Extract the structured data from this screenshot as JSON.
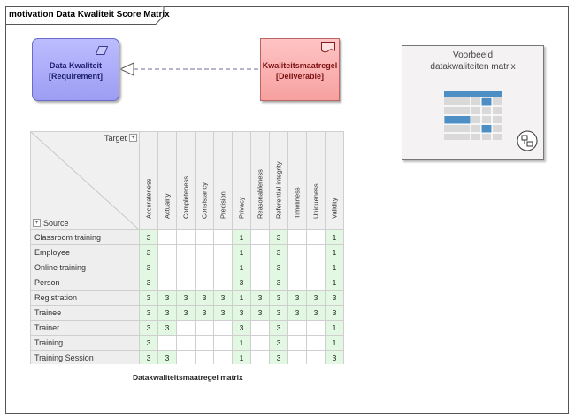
{
  "frame": {
    "title": "motivation Data Kwaliteit Score Matrix"
  },
  "requirement": {
    "name": "Data Kwaliteit",
    "stereotype": "[Requirement]",
    "icon": "requirement-icon"
  },
  "deliverable": {
    "name": "Kwaliteitsmaatregel",
    "stereotype": "[Deliverable]",
    "icon": "deliverable-icon"
  },
  "preview": {
    "line1": "Voorbeeld",
    "line2": "datakwaliteiten matrix",
    "icon": "matrix-grid-icon",
    "link_icon": "diagram-link-icon"
  },
  "matrix": {
    "target_label": "Target",
    "source_label": "Source",
    "columns": [
      "Accurateness",
      "Actuality",
      "Completeness",
      "Consistancy",
      "Precision",
      "Privacy",
      "Reasonableness",
      "Referential integrity",
      "Timeliness",
      "Uniqueness",
      "Validity"
    ],
    "rows": [
      {
        "label": "Classroom training",
        "values": [
          "3",
          "",
          "",
          "",
          "",
          "1",
          "",
          "3",
          "",
          "",
          "1"
        ]
      },
      {
        "label": "Employee",
        "values": [
          "3",
          "",
          "",
          "",
          "",
          "1",
          "",
          "3",
          "",
          "",
          "1"
        ]
      },
      {
        "label": "Online training",
        "values": [
          "3",
          "",
          "",
          "",
          "",
          "1",
          "",
          "3",
          "",
          "",
          "1"
        ]
      },
      {
        "label": "Person",
        "values": [
          "3",
          "",
          "",
          "",
          "",
          "3",
          "",
          "3",
          "",
          "",
          "1"
        ]
      },
      {
        "label": "Registration",
        "values": [
          "3",
          "3",
          "3",
          "3",
          "3",
          "1",
          "3",
          "3",
          "3",
          "3",
          "3"
        ]
      },
      {
        "label": "Trainee",
        "values": [
          "3",
          "3",
          "3",
          "3",
          "3",
          "3",
          "3",
          "3",
          "3",
          "3",
          "3"
        ]
      },
      {
        "label": "Trainer",
        "values": [
          "3",
          "3",
          "",
          "",
          "",
          "3",
          "",
          "3",
          "",
          "",
          "1"
        ]
      },
      {
        "label": "Training",
        "values": [
          "3",
          "",
          "",
          "",
          "",
          "1",
          "",
          "3",
          "",
          "",
          "1"
        ]
      },
      {
        "label": "Training Session",
        "values": [
          "3",
          "3",
          "",
          "",
          "",
          "1",
          "",
          "3",
          "",
          "",
          "3"
        ]
      }
    ],
    "caption": "Datakwaliteitsmaatregel matrix"
  },
  "colors": {
    "requirement_fill": "#a9a9f8",
    "deliverable_fill": "#f9b0b0",
    "cell_highlight": "#e2f8e2",
    "preview_header": "#4d8fc4"
  }
}
